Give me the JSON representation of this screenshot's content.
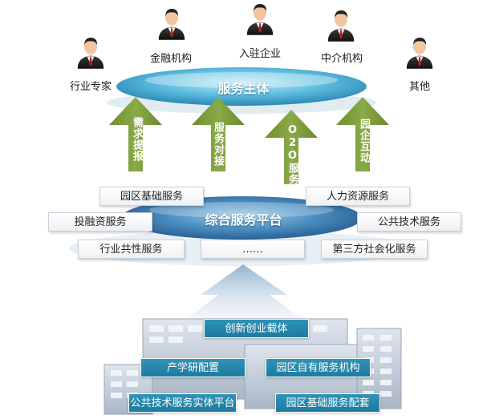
{
  "people": [
    {
      "label": "行业专家"
    },
    {
      "label": "金融机构"
    },
    {
      "label": "入驻企业"
    },
    {
      "label": "中介机构"
    },
    {
      "label": "其他"
    }
  ],
  "service_subject": "服务主体",
  "arrows": [
    {
      "label": "需求提报"
    },
    {
      "label": "服务对接"
    },
    {
      "label": "O2O服务"
    },
    {
      "label": "园企互动"
    }
  ],
  "platform_title": "综合服务平台",
  "platform_services": [
    {
      "label": "园区基础服务"
    },
    {
      "label": "人力资源服务"
    },
    {
      "label": "投融资服务"
    },
    {
      "label": "公共技术服务"
    },
    {
      "label": "行业共性服务"
    },
    {
      "label": "……"
    },
    {
      "label": "第三方社会化服务"
    }
  ],
  "base_labels": [
    {
      "label": "创新创业载体"
    },
    {
      "label": "产学研配置"
    },
    {
      "label": "园区自有服务机构"
    },
    {
      "label": "公共技术服务实体平台"
    },
    {
      "label": "园区基础服务配套"
    }
  ],
  "colors": {
    "arrow_green": "#7a9a3c",
    "oval_blue": "#3fa7cf",
    "platform_blue": "#2d6f9e",
    "label_blue": "#2383ab"
  }
}
